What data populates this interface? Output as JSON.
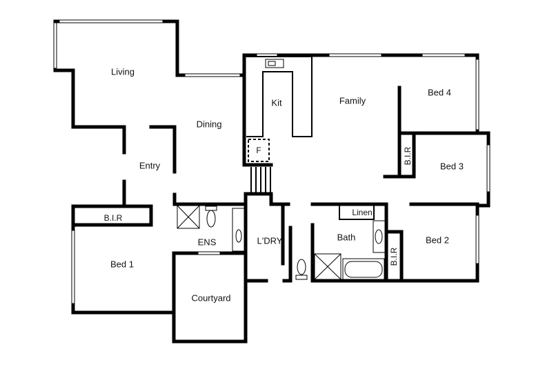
{
  "rooms": {
    "living": "Living",
    "dining": "Dining",
    "kit": "Kit",
    "family": "Family",
    "bed4": "Bed 4",
    "bed3": "Bed 3",
    "bed2": "Bed 2",
    "bed1": "Bed 1",
    "entry": "Entry",
    "ens": "ENS",
    "ldry": "L'DRY",
    "bath": "Bath",
    "linen": "Linen",
    "courtyard": "Courtyard",
    "bir_bed1": "B.I.R",
    "bir_bed3": "B.I.R",
    "bir_bed2": "B.I.R",
    "fridge": "F"
  }
}
